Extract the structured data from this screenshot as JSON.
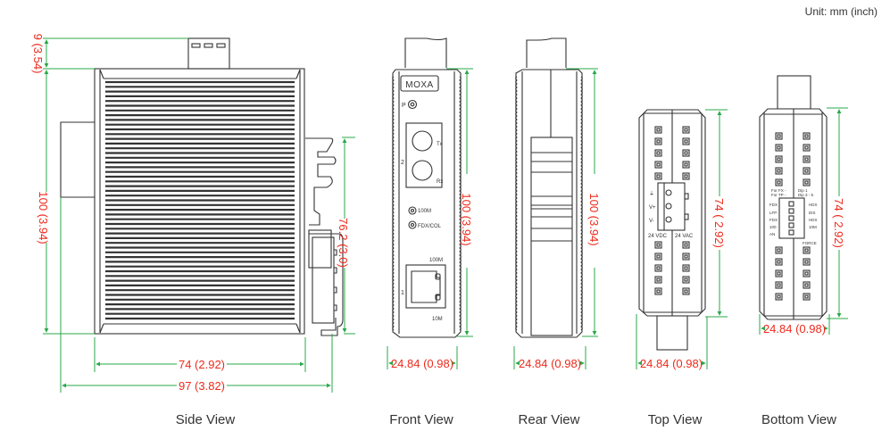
{
  "unit_note": "Unit: mm (inch)",
  "colors": {
    "dimension_text": "#ee2a1c",
    "dimension_line": "#2aa84a",
    "outline": "#333333"
  },
  "views": {
    "side": {
      "caption": "Side View",
      "dims": {
        "connector_height": "9 (3.54)",
        "height": "100 (3.94)",
        "din_rail": "76.2 (3.0)",
        "depth_body": "74 (2.92)",
        "depth_total": "97 (3.82)"
      }
    },
    "front": {
      "caption": "Front View",
      "logo": "MOXA",
      "led_power": "P",
      "fiber_port_number": "2",
      "fiber_tx": "Tx",
      "fiber_rx": "Rx",
      "led_100m": "100M",
      "led_fdx": "FDX/COL",
      "rj45_top": "100M",
      "rj45_port_number": "1",
      "rj45_bottom": "10M",
      "dims": {
        "height": "100 (3.94)",
        "width": "24.84 (0.98)"
      }
    },
    "rear": {
      "caption": "Rear View",
      "dims": {
        "height": "100 (3.94)",
        "width": "24.84 (0.98)"
      }
    },
    "top": {
      "caption": "Top View",
      "terminal_labels": [
        "⏚",
        "V+",
        "V-"
      ],
      "power_dc": "24 VDC",
      "power_ac": "24 VAC",
      "dims": {
        "height": "74 ( 2.92)",
        "width": "24.84 (0.98)"
      }
    },
    "bottom": {
      "caption": "Bottom View",
      "note_left": [
        "For FX -",
        "For TP -"
      ],
      "note_right": [
        "Dip 1",
        "Dip 3 - 5"
      ],
      "dip_left": [
        "FDX",
        "LFP",
        "FDX",
        "100",
        "AN"
      ],
      "dip_right": [
        "HDX",
        "DIS",
        "HDX",
        "10M"
      ],
      "force": "FORCE",
      "dims": {
        "height": "74 ( 2.92)",
        "width": "24.84 (0.98)"
      }
    }
  }
}
